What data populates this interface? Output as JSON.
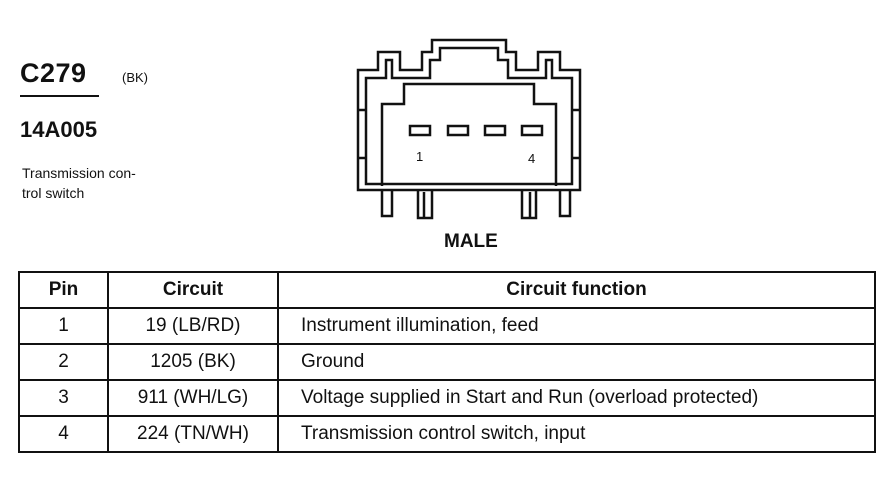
{
  "connector": {
    "id": "C279",
    "color_code": "(BK)",
    "part_number": "14A005",
    "description": "Transmission con-\ntrol switch"
  },
  "diagram": {
    "pin_label_first": "1",
    "pin_label_last": "4",
    "gender": "MALE"
  },
  "table": {
    "headers": {
      "pin": "Pin",
      "circuit": "Circuit",
      "function": "Circuit function"
    },
    "rows": [
      {
        "pin": "1",
        "circuit": "19 (LB/RD)",
        "function": "Instrument illumination, feed"
      },
      {
        "pin": "2",
        "circuit": "1205 (BK)",
        "function": "Ground"
      },
      {
        "pin": "3",
        "circuit": "911 (WH/LG)",
        "function": "Voltage supplied in Start and Run (overload protected)"
      },
      {
        "pin": "4",
        "circuit": "224 (TN/WH)",
        "function": "Transmission control switch, input"
      }
    ]
  }
}
